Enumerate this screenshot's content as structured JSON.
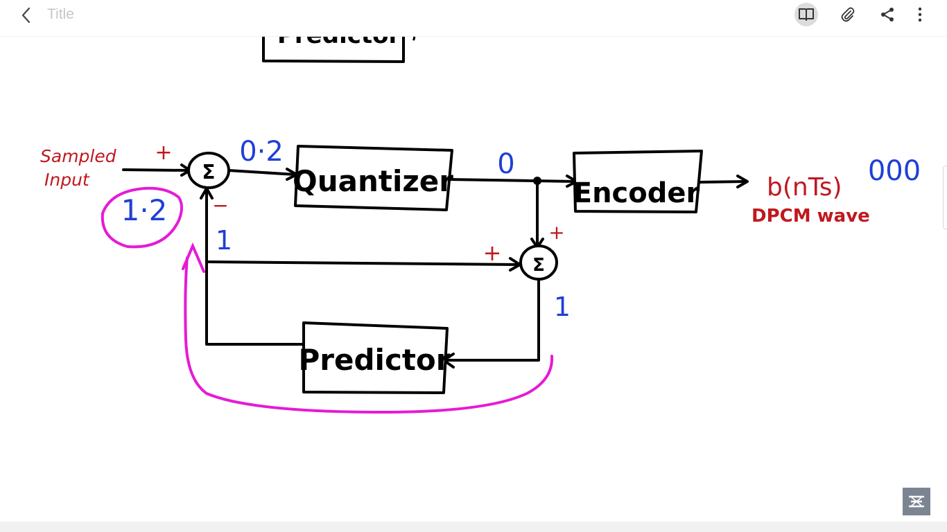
{
  "app": {
    "title_placeholder": "Title",
    "icons": {
      "back": "chevron-left-icon",
      "reading_mode": "book-open-icon",
      "attach": "paperclip-icon",
      "share": "share-icon",
      "more": "more-vertical-icon"
    }
  },
  "diagram": {
    "partial_block_label": "Predictor",
    "blocks": {
      "quantizer": "Quantizer",
      "encoder": "Encoder",
      "predictor": "Predictor"
    },
    "summer_symbol": "Σ",
    "labels": {
      "sampled": "Sampled",
      "input": "Input",
      "output_signal": "b(nTs)",
      "output_desc": "DPCM wave",
      "plus": "+",
      "minus": "−"
    },
    "annotations": {
      "input_value": "1·2",
      "error_value": "0·2",
      "quantized_value": "0",
      "encoded_value": "000",
      "feedback_value": "1",
      "reconstructed_value": "1"
    },
    "colors": {
      "ink": "#000000",
      "red": "#c0181f",
      "blue": "#1f3fd6",
      "magenta": "#e61ad6"
    }
  },
  "watermark": {
    "logo": "channel-logo-icon"
  }
}
